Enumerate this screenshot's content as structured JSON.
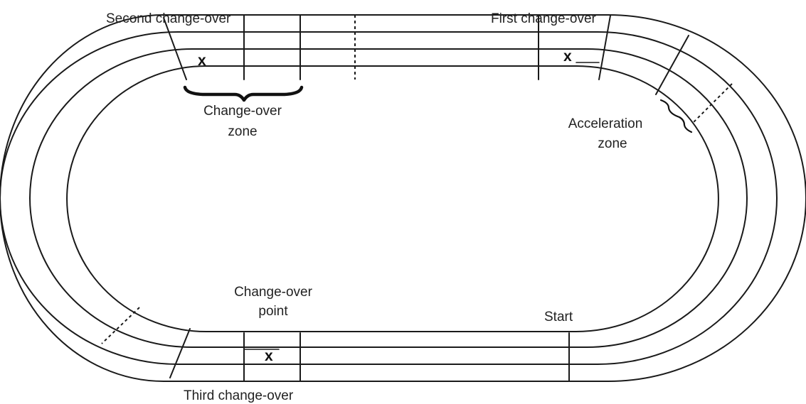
{
  "labels": {
    "second_changeover": "Second change-over",
    "first_changeover": "First change-over",
    "changeover_zone_line1": "Change-over",
    "changeover_zone_line2": "zone",
    "acceleration_zone_line1": "Acceleration",
    "acceleration_zone_line2": "zone",
    "changeover_point_line1": "Change-over",
    "changeover_point_line2": "point",
    "start": "Start",
    "third_changeover": "Third change-over"
  },
  "markers": {
    "x_symbol": "x"
  }
}
